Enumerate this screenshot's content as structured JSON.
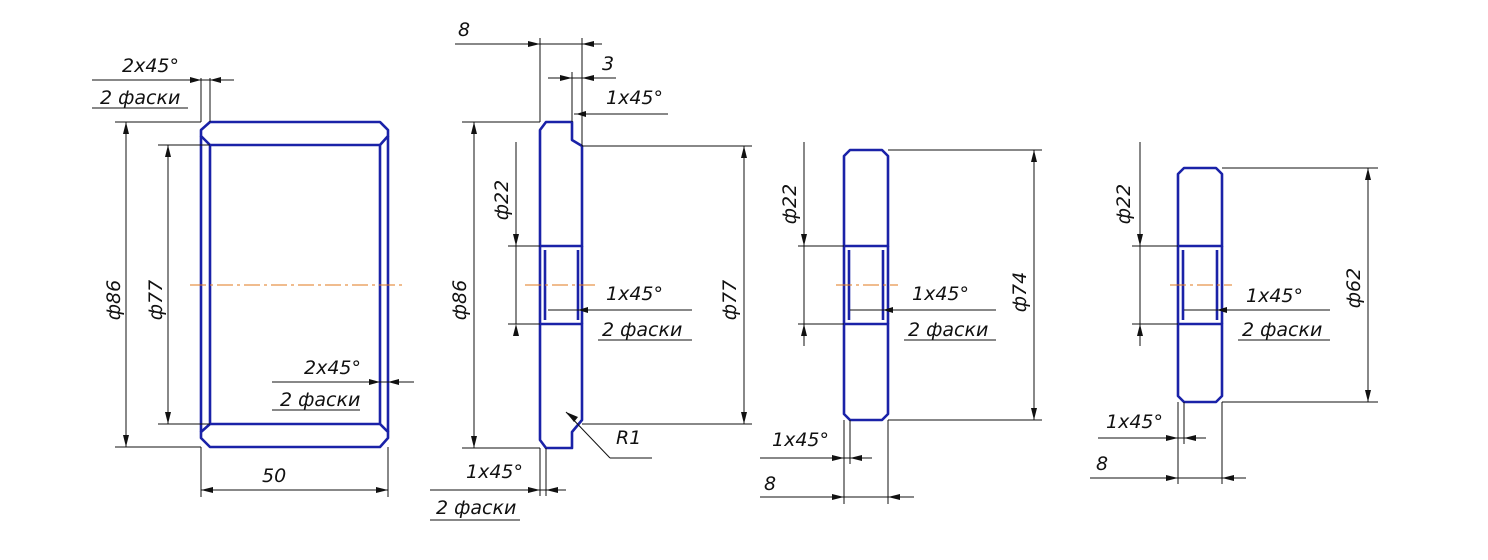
{
  "colors": {
    "outline": "#1a22a8",
    "dimension": "#111111",
    "axis": "#e07a1e"
  },
  "part1": {
    "chamfer_top_size": "2x45°",
    "chamfer_top_note": "2 фаски",
    "outer_diameter": "ф86",
    "inner_diameter": "ф77",
    "chamfer_inner_size": "2x45°",
    "chamfer_inner_note": "2 фаски",
    "length": "50"
  },
  "part2": {
    "width_dim": "8",
    "step_dim": "3",
    "chamfer_top": "1x45°",
    "bore_diameter": "ф22",
    "outer_diameter": "ф86",
    "chamfer_bore_size": "1x45°",
    "chamfer_bore_note": "2 фаски",
    "hub_diameter": "ф77",
    "radius": "R1",
    "chamfer_bottom_size": "1x45°",
    "chamfer_bottom_note": "2 фаски"
  },
  "part3": {
    "bore_diameter": "ф22",
    "chamfer_bore_size": "1x45°",
    "chamfer_bore_note": "2 фаски",
    "outer_diameter": "ф74",
    "chamfer_bottom": "1x45°",
    "width": "8"
  },
  "part4": {
    "bore_diameter": "ф22",
    "chamfer_bore_size": "1x45°",
    "chamfer_bore_note": "2 фаски",
    "outer_diameter": "ф62",
    "chamfer_bottom": "1x45°",
    "width": "8"
  }
}
